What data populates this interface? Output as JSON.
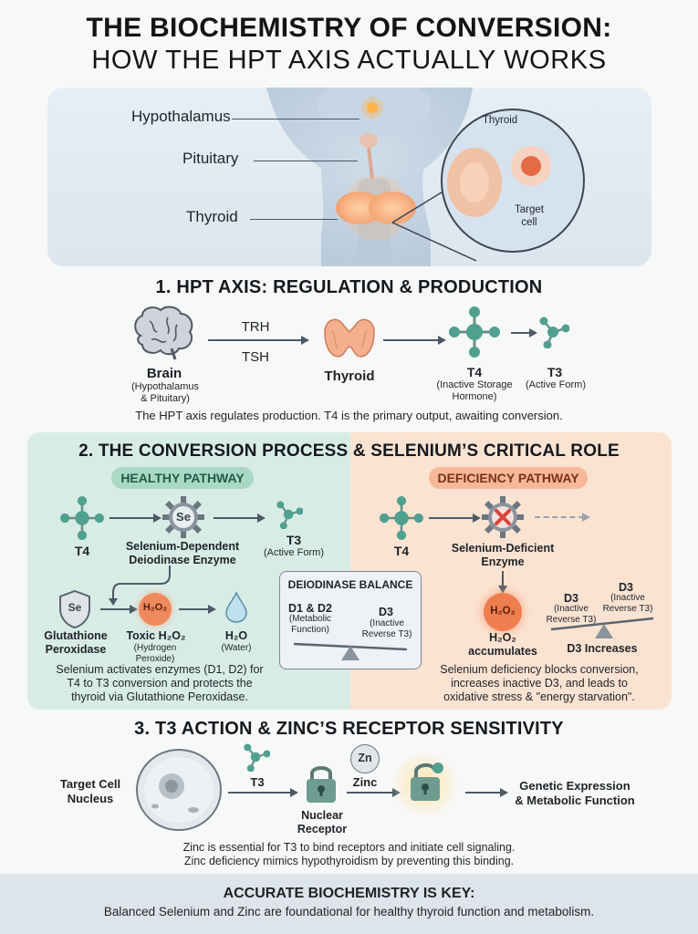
{
  "title": {
    "line1": "THE BIOCHEMISTRY OF CONVERSION:",
    "line2": "HOW THE HPT AXIS ACTUALLY WORKS"
  },
  "hero": {
    "labels": {
      "hypothalamus": "Hypothalamus",
      "pituitary": "Pituitary",
      "thyroid": "Thyroid"
    },
    "zoom": {
      "thyroid": "Thyroid",
      "target_cell": "Target\ncell"
    }
  },
  "section1": {
    "title": "1. HPT AXIS: REGULATION & PRODUCTION",
    "brain_name": "Brain",
    "brain_sub": "(Hypothalamus\n& Pituitary)",
    "trh": "TRH",
    "tsh": "TSH",
    "thyroid": "Thyroid",
    "t4_name": "T4",
    "t4_sub": "(Inactive Storage\nHormone)",
    "t3_name": "T3",
    "t3_sub": "(Active Form)",
    "caption": "The HPT axis regulates production. T4 is the primary output, awaiting conversion."
  },
  "section2": {
    "title": "2. THE CONVERSION PROCESS & SELENIUM’S CRITICAL ROLE",
    "healthy": {
      "pill": "HEALTHY PATHWAY",
      "t4": "T4",
      "se_badge": "Se",
      "enzyme": "Selenium-Dependent\nDeiodinase Enzyme",
      "t3_name": "T3",
      "t3_sub": "(Active Form)",
      "gpx_badge": "Se",
      "gpx": "Glutathione\nPeroxidase",
      "h2o2_badge": "H₂O₂",
      "toxic": "Toxic H₂O₂",
      "toxic_sub": "(Hydrogen\nPeroxide)",
      "water": "H₂O",
      "water_sub": "(Water)",
      "caption": "Selenium activates enzymes (D1, D2) for\nT4 to T3 conversion and protects the\nthyroid via Glutathione Peroxidase."
    },
    "balance": {
      "title": "DEIODINASE BALANCE",
      "d1d2": "D1 & D2",
      "d1d2_sub": "(Metabolic\nFunction)",
      "d3": "D3",
      "d3_sub": "(Inactive\nReverse T3)"
    },
    "deficiency": {
      "pill": "DEFICIENCY PATHWAY",
      "t4": "T4",
      "enzyme": "Selenium-Deficient\nEnzyme",
      "h2o2_badge": "H₂O₂",
      "accumulates": "H₂O₂\naccumulates",
      "d3_left": "D3",
      "d3_left_sub": "(Inactive\nReverse T3)",
      "d3_right": "D3",
      "d3_right_sub": "(Inactive\nReverse T3)",
      "d3_increases": "D3 Increases",
      "caption": "Selenium deficiency blocks conversion,\nincreases inactive D3, and leads to\noxidative stress & \"energy starvation\"."
    }
  },
  "section3": {
    "title": "3. T3 ACTION & ZINC’S RECEPTOR SENSITIVITY",
    "target": "Target Cell\nNucleus",
    "t3": "T3",
    "receptor": "Nuclear\nReceptor",
    "zn_badge": "Zn",
    "zinc": "Zinc",
    "result": "Genetic Expression\n& Metabolic Function",
    "caption": "Zinc is essential for T3 to bind receptors and initiate cell signaling.\nZinc deficiency mimics hypothyroidism by preventing this binding."
  },
  "footer": {
    "heading": "ACCURATE BIOCHEMISTRY IS KEY:",
    "text": "Balanced Selenium and Zinc are foundational for healthy thyroid function and metabolism."
  },
  "colors": {
    "molecule": "#4fa08f",
    "thyroid": "#f2a88a",
    "h2o2": "#ef8a5c",
    "green_panel": "#d8ece6",
    "orange_panel": "#fbe3d2"
  }
}
